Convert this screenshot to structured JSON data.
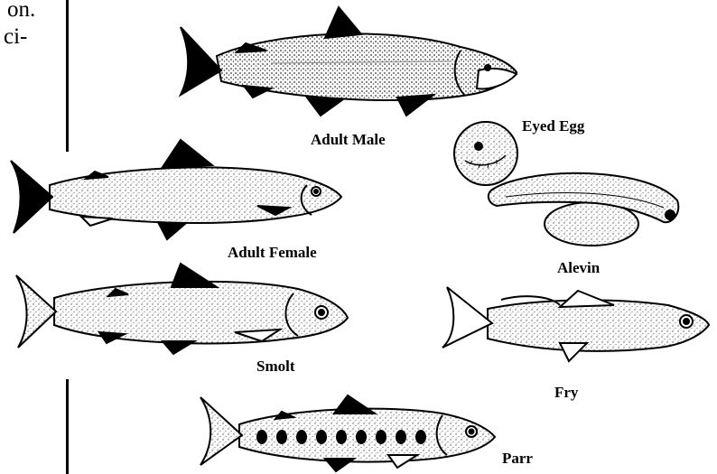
{
  "left_margin_text": {
    "line1": "on.",
    "line2": "ci-"
  },
  "stages": {
    "adult_male": "Adult Male",
    "eyed_egg": "Eyed Egg",
    "adult_female": "Adult Female",
    "alevin": "Alevin",
    "smolt": "Smolt",
    "fry": "Fry",
    "parr": "Parr"
  },
  "colors": {
    "ink": "#000000",
    "paper": "#ffffff",
    "stipple": "#555555"
  }
}
